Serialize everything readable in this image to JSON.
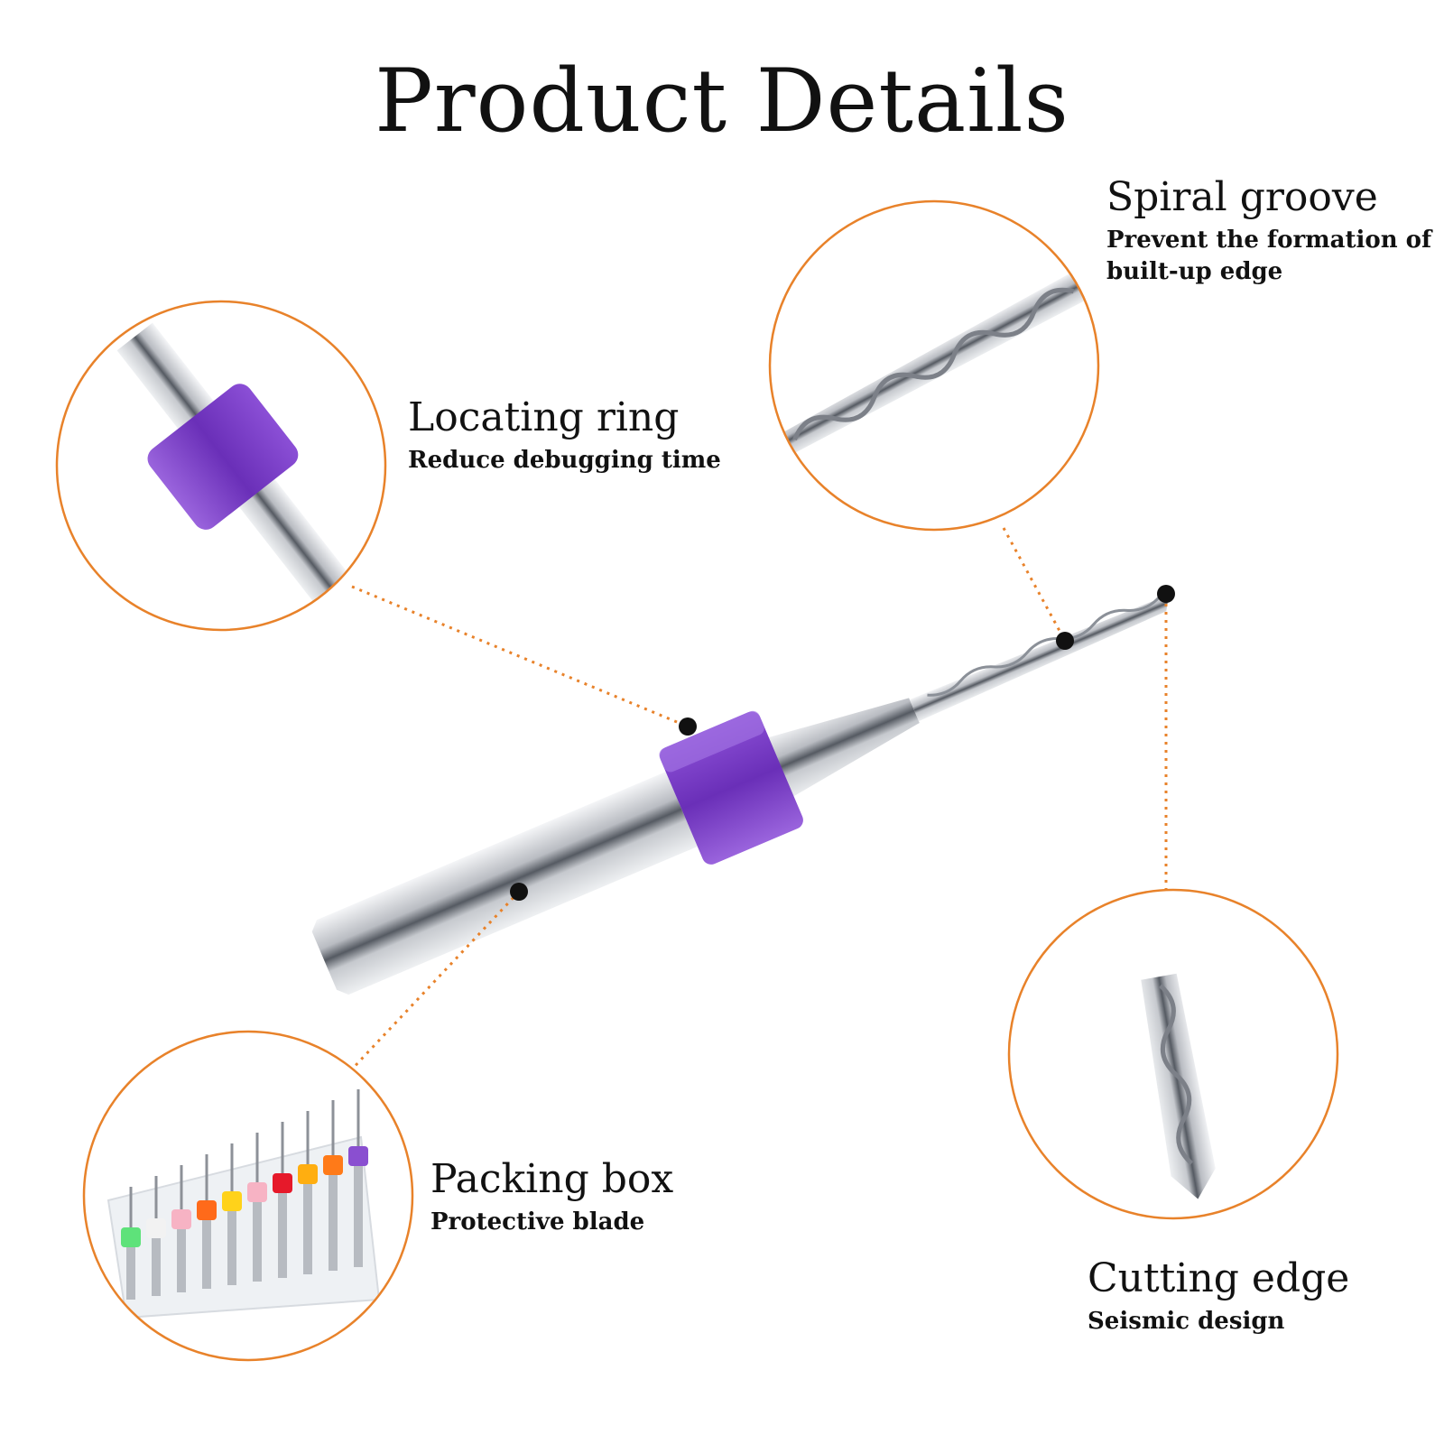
{
  "title": "Product Details",
  "colors": {
    "accent": "#e8822a",
    "ring": "#8a4fd0",
    "metal": "#c9ccd1",
    "dot": "#111111"
  },
  "features": [
    {
      "title": "Locating ring",
      "description": "Reduce debugging time"
    },
    {
      "title": "Spiral groove",
      "description": "Prevent the formation of built-up edge"
    },
    {
      "title": "Packing box",
      "description": "Protective blade"
    },
    {
      "title": "Cutting edge",
      "description": "Seismic design"
    }
  ],
  "packing_box": {
    "ring_colors": [
      "#5ee27a",
      "#f2f2f2",
      "#f7b3c4",
      "#ff6a1a",
      "#ffd21a",
      "#f7b3c4",
      "#e6192a",
      "#ffae10",
      "#ff7a18",
      "#8a4fd0"
    ]
  }
}
